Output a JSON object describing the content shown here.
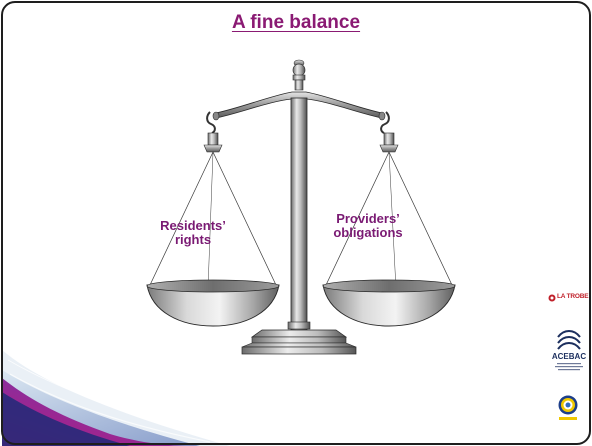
{
  "slide": {
    "title": "A fine balance",
    "left_pan_label": "Residents’ rights",
    "right_pan_label": "Providers’ obligations"
  },
  "logos": {
    "latrobe": {
      "icon": "la-trobe-university-logo",
      "text": "LA TROBE"
    },
    "acebac": {
      "icon": "acebac-logo",
      "text": "ACEBAC"
    },
    "seal": {
      "icon": "government-seal-logo"
    }
  },
  "colors": {
    "title": "#8a1a73",
    "labels": "#7a1a73",
    "swoosh_purple": "#5a1f8c",
    "swoosh_magenta": "#c0197a"
  }
}
